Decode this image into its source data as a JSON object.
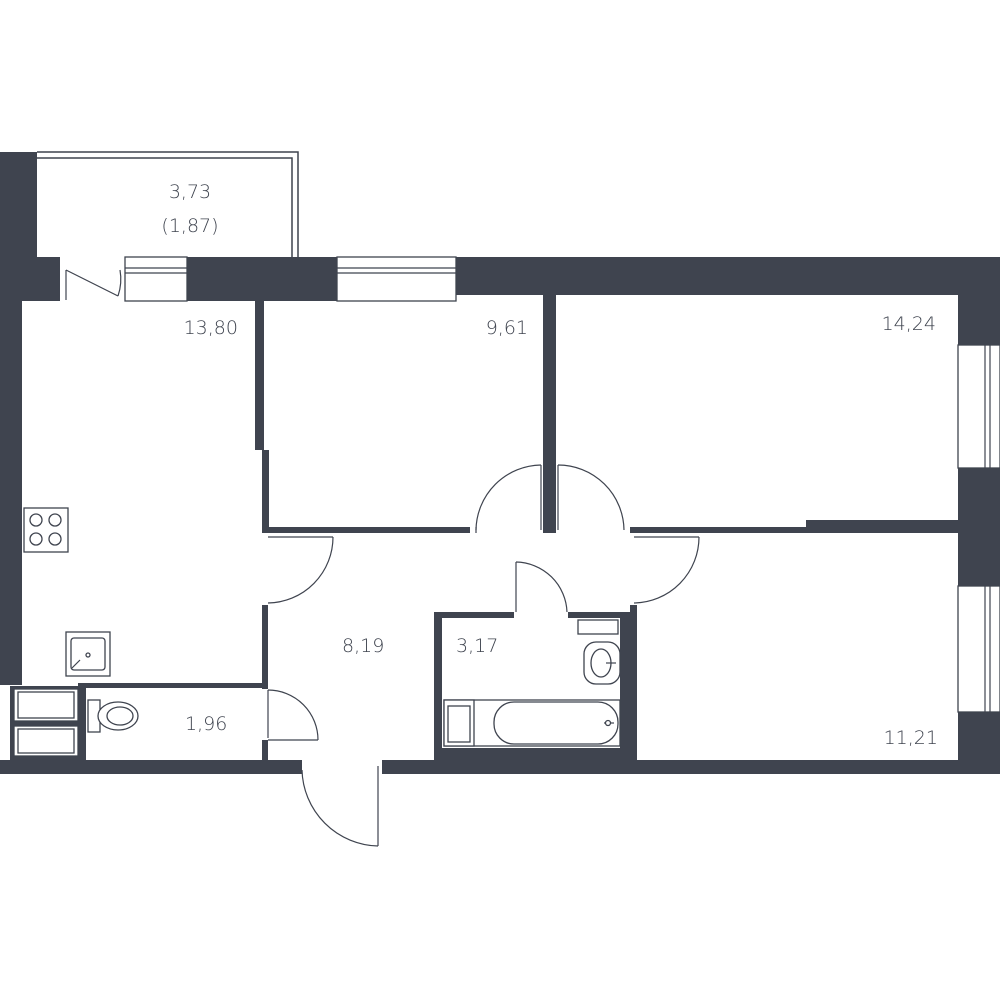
{
  "rooms": {
    "balcony": {
      "area": "3,73",
      "area_reduced": "(1,87)"
    },
    "kitchen": {
      "area": "13,80"
    },
    "bedroom_small": {
      "area": "9,61"
    },
    "bedroom_large": {
      "area": "14,24"
    },
    "hallway": {
      "area": "8,19"
    },
    "bathroom": {
      "area": "3,17"
    },
    "toilet": {
      "area": "1,96"
    },
    "bedroom_corner": {
      "area": "11,21"
    }
  },
  "colors": {
    "wall": "#3f444f",
    "background": "#ffffff"
  }
}
